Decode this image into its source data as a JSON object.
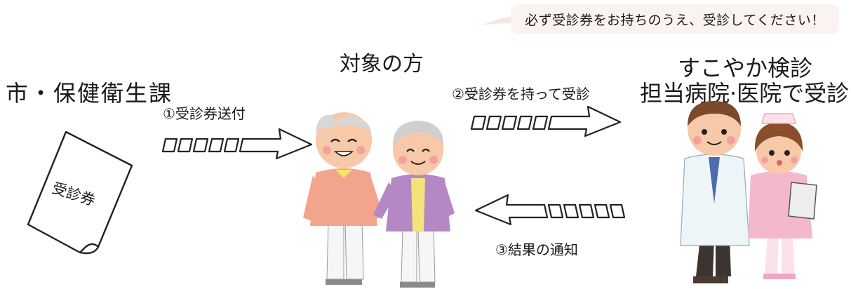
{
  "note": "必ず受診券をお持ちのうえ、受診してください！",
  "nodes": {
    "city": "市・保健衛生課",
    "target": "対象の方",
    "clinic_line1": "すこやか検診",
    "clinic_line2": "担当病院·医院で受診"
  },
  "steps": [
    {
      "label": "①受診券送付"
    },
    {
      "label": "②受診券を持って受診"
    },
    {
      "label": "③結果の通知"
    }
  ],
  "card_label": "受診券"
}
